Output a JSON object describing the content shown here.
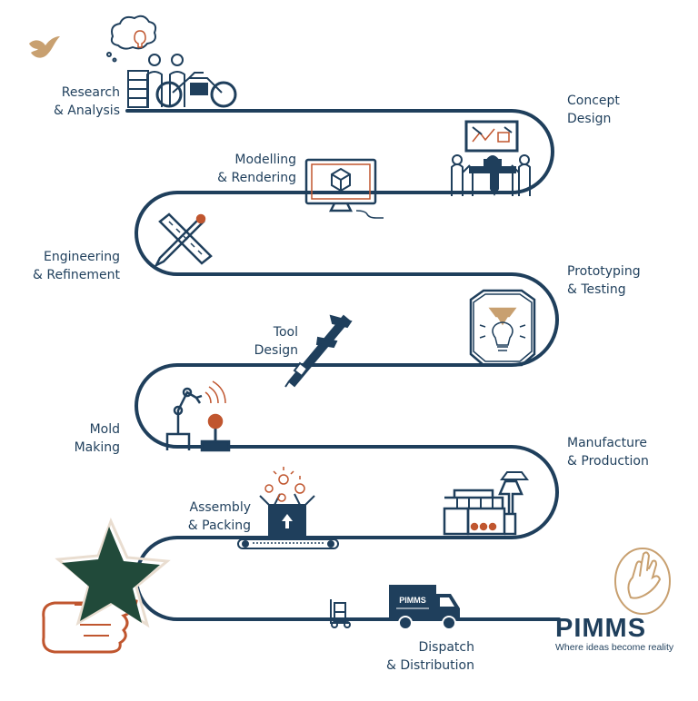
{
  "colors": {
    "navy": "#1f3f5c",
    "accent": "#c0562f",
    "copper": "#c8a070",
    "star_green": "#214a3a"
  },
  "steps": [
    {
      "id": "research",
      "line1": "Research",
      "line2": "& Analysis",
      "icon": "research-icon"
    },
    {
      "id": "concept",
      "line1": "Concept",
      "line2": "Design",
      "icon": "concept-design-icon"
    },
    {
      "id": "modelling",
      "line1": "Modelling",
      "line2": "& Rendering",
      "icon": "monitor-cube-icon"
    },
    {
      "id": "engineering",
      "line1": "Engineering",
      "line2": "& Refinement",
      "icon": "ruler-pencil-icon"
    },
    {
      "id": "prototyping",
      "line1": "Prototyping",
      "line2": "& Testing",
      "icon": "3d-printer-icon"
    },
    {
      "id": "tool",
      "line1": "Tool",
      "line2": "Design",
      "icon": "caliper-icon"
    },
    {
      "id": "mold",
      "line1": "Mold",
      "line2": "Making",
      "icon": "robot-arm-icon"
    },
    {
      "id": "manufacture",
      "line1": "Manufacture",
      "line2": "& Production",
      "icon": "injection-machine-icon"
    },
    {
      "id": "assembly",
      "line1": "Assembly",
      "line2": "& Packing",
      "icon": "box-conveyor-icon"
    },
    {
      "id": "dispatch",
      "line1": "Dispatch",
      "line2": "& Distribution",
      "icon": "truck-icon"
    }
  ],
  "truck_text": "PIMMS",
  "brand": {
    "name": "PIMMS",
    "tagline": "Where ideas become reality"
  }
}
